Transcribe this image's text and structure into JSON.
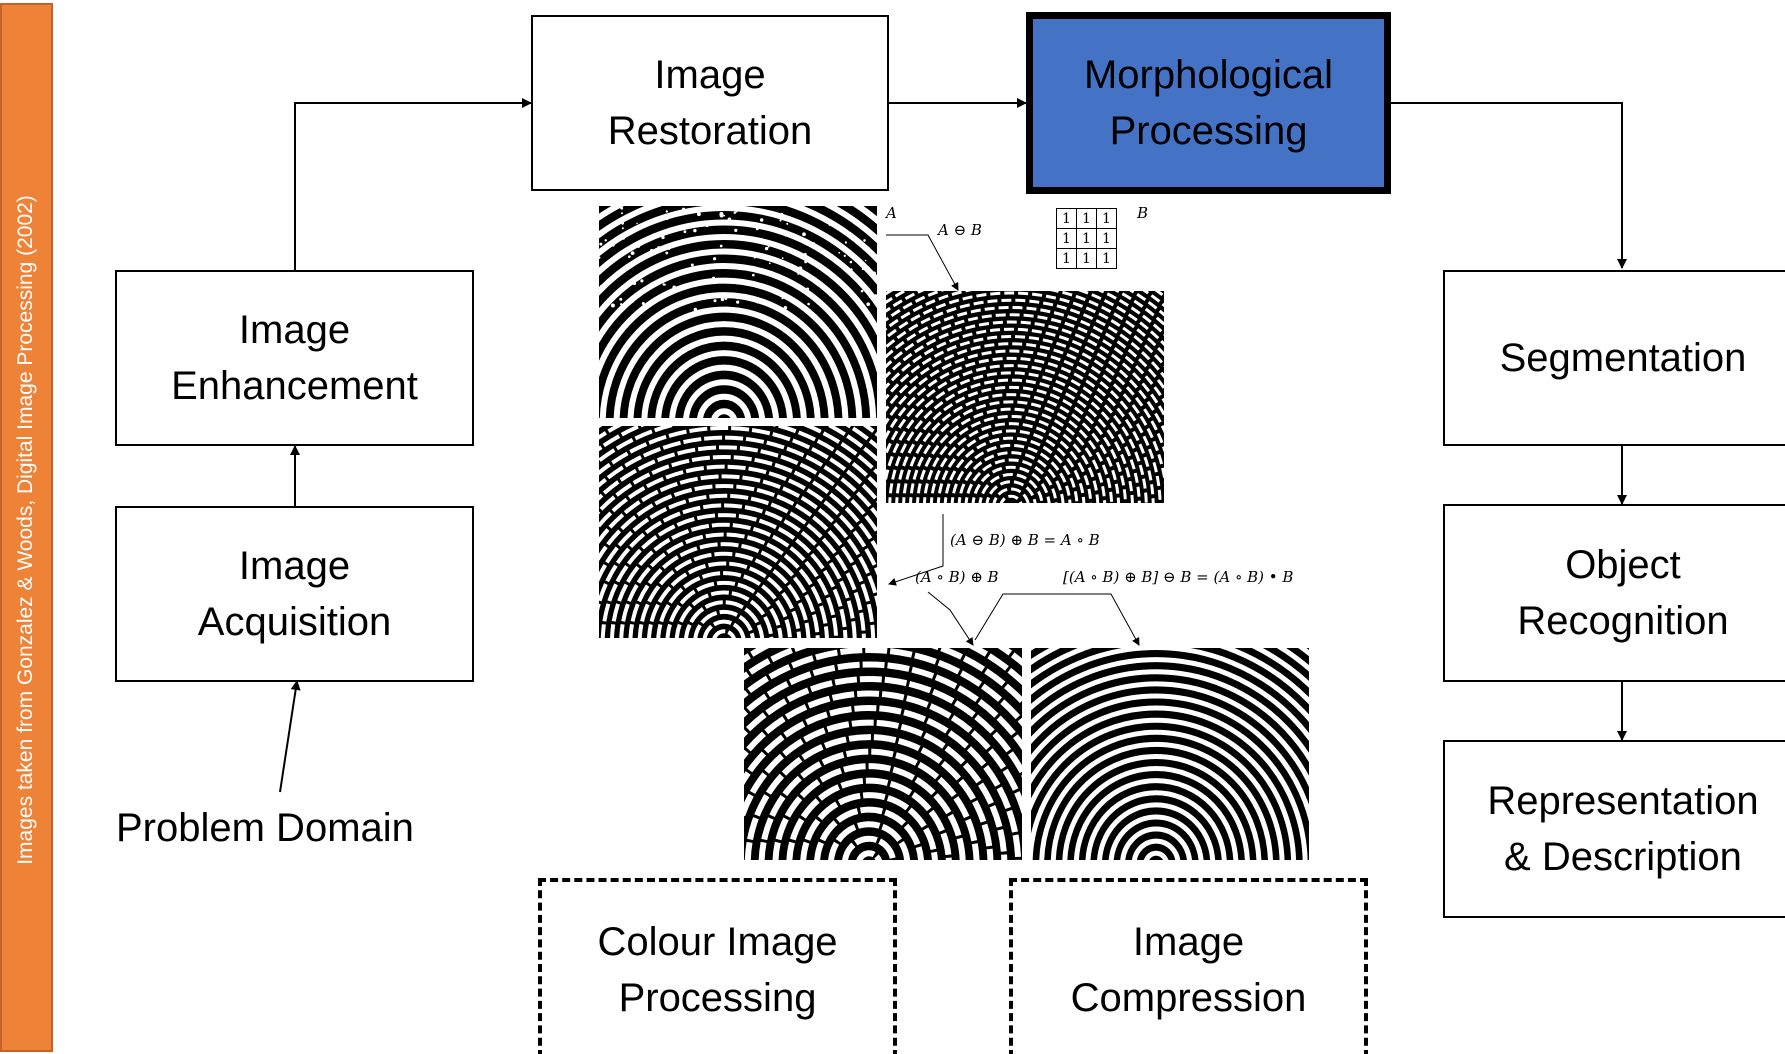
{
  "side_note": "Images taken from Gonzalez & Woods, Digital Image Processing (2002)",
  "nodes": {
    "image_restoration": [
      "Image",
      "Restoration"
    ],
    "morphological_processing": [
      "Morphological",
      "Processing"
    ],
    "image_enhancement": [
      "Image",
      "Enhancement"
    ],
    "image_acquisition": [
      "Image",
      "Acquisition"
    ],
    "segmentation": [
      "Segmentation"
    ],
    "object_recognition": [
      "Object",
      "Recognition"
    ],
    "representation_description": [
      "Representation",
      "& Description"
    ],
    "colour_image_processing": [
      "Colour Image",
      "Processing"
    ],
    "image_compression": [
      "Image",
      "Compression"
    ],
    "problem_domain": "Problem Domain"
  },
  "math_labels": {
    "a": "A",
    "a_erode_b": "A ⊖ B",
    "b": "B",
    "opening": "(A ⊖ B) ⊕ B = A ∘ B",
    "opening_dilate": "(A ∘ B) ⊕ B",
    "closing": "[(A ∘ B) ⊕ B] ⊖ B = (A ∘ B) • B"
  },
  "structuring_element": [
    [
      "1",
      "1",
      "1"
    ],
    [
      "1",
      "1",
      "1"
    ],
    [
      "1",
      "1",
      "1"
    ]
  ],
  "colors": {
    "side_bar": "#ee8237",
    "highlight": "#4472c4",
    "line": "#000000"
  }
}
